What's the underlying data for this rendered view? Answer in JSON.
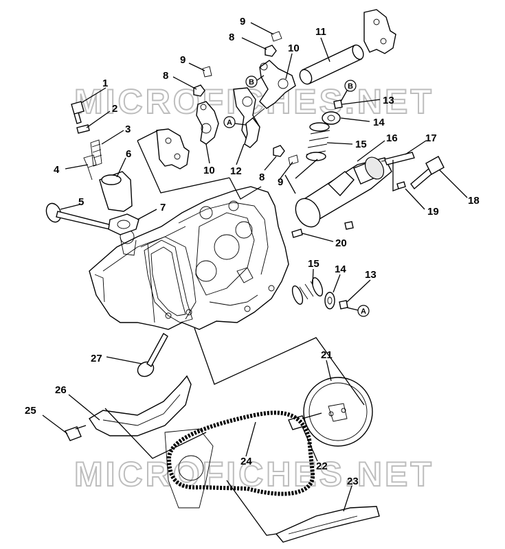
{
  "watermark": "MICROFICHES.NET",
  "callouts": [
    {
      "id": "c1",
      "label": "1"
    },
    {
      "id": "c2",
      "label": "2"
    },
    {
      "id": "c3",
      "label": "3"
    },
    {
      "id": "c4",
      "label": "4"
    },
    {
      "id": "c5",
      "label": "5"
    },
    {
      "id": "c6",
      "label": "6"
    },
    {
      "id": "c7",
      "label": "7"
    },
    {
      "id": "c8a",
      "label": "8"
    },
    {
      "id": "c8b",
      "label": "8"
    },
    {
      "id": "c8c",
      "label": "8"
    },
    {
      "id": "c9a",
      "label": "9"
    },
    {
      "id": "c9b",
      "label": "9"
    },
    {
      "id": "c9c",
      "label": "9"
    },
    {
      "id": "c10a",
      "label": "10"
    },
    {
      "id": "c10b",
      "label": "10"
    },
    {
      "id": "c11",
      "label": "11"
    },
    {
      "id": "c12",
      "label": "12"
    },
    {
      "id": "c13a",
      "label": "13"
    },
    {
      "id": "c13b",
      "label": "13"
    },
    {
      "id": "c14a",
      "label": "14"
    },
    {
      "id": "c14b",
      "label": "14"
    },
    {
      "id": "c15a",
      "label": "15"
    },
    {
      "id": "c15b",
      "label": "15"
    },
    {
      "id": "c16",
      "label": "16"
    },
    {
      "id": "c17",
      "label": "17"
    },
    {
      "id": "c18",
      "label": "18"
    },
    {
      "id": "c19",
      "label": "19"
    },
    {
      "id": "c20",
      "label": "20"
    },
    {
      "id": "c21",
      "label": "21"
    },
    {
      "id": "c22",
      "label": "22"
    },
    {
      "id": "c23",
      "label": "23"
    },
    {
      "id": "c24",
      "label": "24"
    },
    {
      "id": "c25",
      "label": "25"
    },
    {
      "id": "c26",
      "label": "26"
    },
    {
      "id": "c27",
      "label": "27"
    }
  ],
  "badges": {
    "a_upper": "A",
    "a_lower": "A",
    "b_upper": "B",
    "b_right": "B"
  }
}
